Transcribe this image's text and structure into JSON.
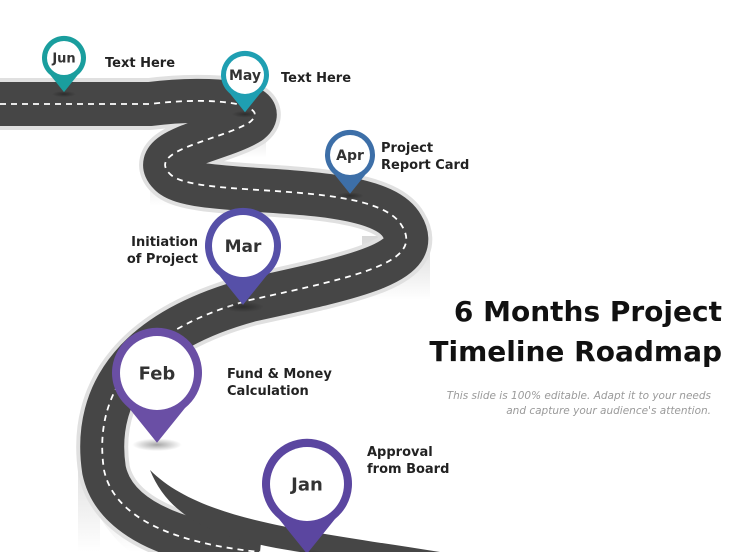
{
  "title_line1": "6 Months Project",
  "title_line2": "Timeline Roadmap",
  "subtitle_line1": "This slide is 100% editable. Adapt it to your needs",
  "subtitle_line2": "and capture your audience's attention.",
  "milestones": [
    {
      "month": "Jun",
      "label": "Text Here",
      "color": "#1a9e9e"
    },
    {
      "month": "May",
      "label": "Text Here",
      "color": "#1f9fb2"
    },
    {
      "month": "Apr",
      "label": "Project\nReport Card",
      "color": "#3d6fa8"
    },
    {
      "month": "Mar",
      "label": "Initiation\nof Project",
      "color": "#5650a8"
    },
    {
      "month": "Feb",
      "label": "Fund & Money\nCalculation",
      "color": "#6a4fa5"
    },
    {
      "month": "Jan",
      "label": "Approval\nfrom Board",
      "color": "#5b46a0"
    }
  ],
  "colors": {
    "road": "#464646",
    "road_edge": "#e0e0e0",
    "lane": "#ffffff"
  }
}
